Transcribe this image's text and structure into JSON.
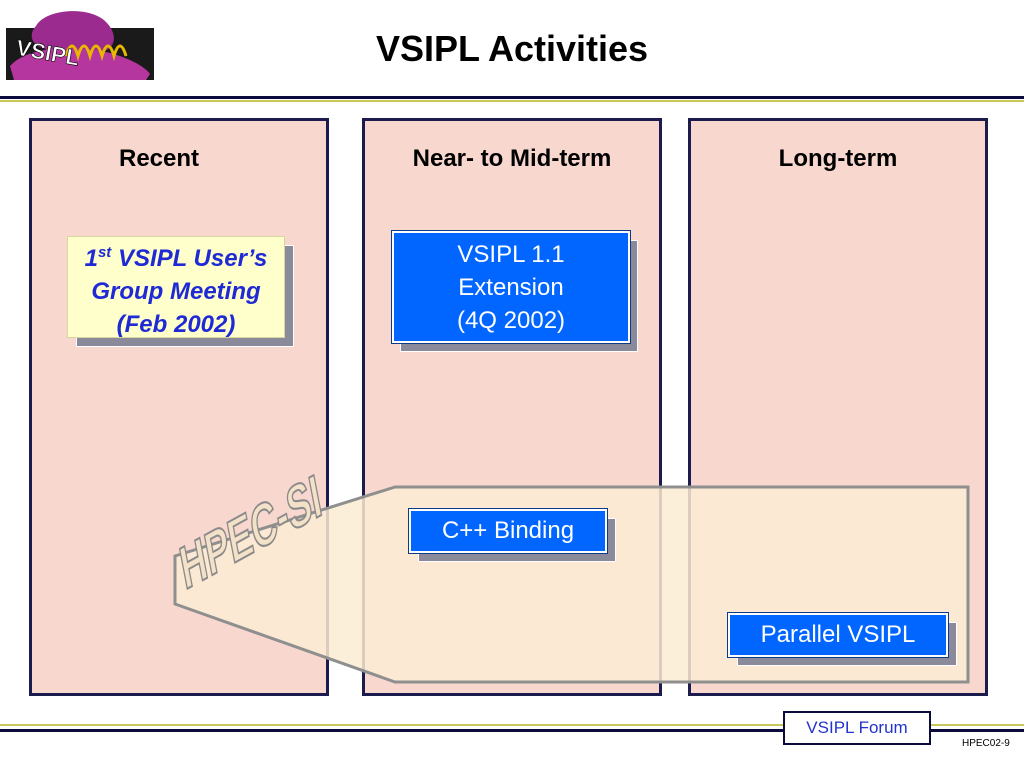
{
  "header": {
    "title": "VSIPL Activities",
    "logo_text": "VSIPL"
  },
  "columns": [
    {
      "heading": "Recent"
    },
    {
      "heading": "Near- to Mid-term"
    },
    {
      "heading": "Long-term"
    }
  ],
  "items": {
    "users_group": {
      "ordinal": "1",
      "ordinal_suffix": "st",
      "line1_rest": " VSIPL User’s",
      "line2": "Group Meeting",
      "line3": "(Feb 2002)"
    },
    "extension": {
      "line1": "VSIPL 1.1",
      "line2": "Extension",
      "line3": "(4Q 2002)"
    },
    "cpp_binding": {
      "label": "C++ Binding"
    },
    "parallel_vsipl": {
      "label": "Parallel VSIPL"
    }
  },
  "hpec_si": {
    "label": "HPEC-SI"
  },
  "footer": {
    "forum_label": "VSIPL Forum",
    "page_number": "HPEC02-9"
  },
  "colors": {
    "column_fill": "#f8d7cf",
    "column_border": "#1b1b4d",
    "blue_box": "#0066ff",
    "yellow_box": "#ffffcc",
    "hpec_fill": "#fbecd3",
    "hpec_outline": "#8f8f8f",
    "italic_text": "#1f2ad4"
  }
}
